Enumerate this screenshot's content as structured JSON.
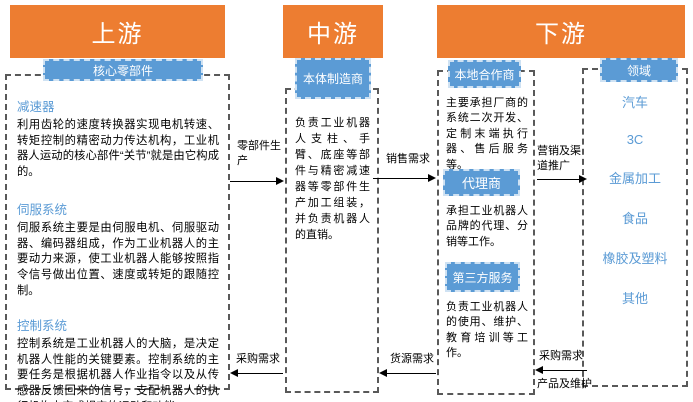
{
  "colors": {
    "orange": "#ED7D31",
    "blue": "#5B9BD5",
    "dash": "#595959"
  },
  "upstream": {
    "header": "上游",
    "label": "核心零部件",
    "sections": [
      {
        "title": "减速器",
        "body": "利用齿轮的速度转换器实现电机转速、转矩控制的精密动力传达机构，工业机器人运动的核心部件“关节”就是由它构成的。"
      },
      {
        "title": "伺服系统",
        "body": "伺服系统主要是由伺服电机、伺服驱动器、编码器组成，作为工业机器人的主要动力来源，使工业机器人能够按照指令信号做出位置、速度或转矩的跟随控制。"
      },
      {
        "title": "控制系统",
        "body": "控制系统是工业机器人的大脑，是决定机器人性能的关键要素。控制系统的主要任务是根据机器人作业指令以及从传感器反馈回来的信号，支配机器人的执行机构去完成规定的运动和功能。"
      }
    ]
  },
  "midstream": {
    "header": "中游",
    "label": "本体制造商",
    "body": "负责工业机器人支柱、手臂、底座等部件与精密减速器等零部件生产加工组装，并负责机器人的直销。"
  },
  "downstream": {
    "header": "下游",
    "partners": [
      {
        "label": "本地合作商",
        "body": "主要承担厂商的系统二次开发、定制末端执行器、售后服务等。"
      },
      {
        "label": "代理商",
        "body": "承担工业机器人品牌的代理、分销等工作。"
      },
      {
        "label": "第三方服务",
        "body": "负责工业机器人的使用、维护、教育培训等工作。"
      }
    ],
    "fields": {
      "label": "领域",
      "items": [
        "汽车",
        "3C",
        "金属加工",
        "食品",
        "橡胶及塑料",
        "其他"
      ]
    }
  },
  "arrows": {
    "parts_production": "零部件生产",
    "sales_demand": "销售需求",
    "marketing": "营销及渠道推广",
    "purchase_demand_mid": "采购需求",
    "supply_demand": "货源需求",
    "purchase_demand_down": "采购需求",
    "products_maintenance": "产品及维护"
  }
}
